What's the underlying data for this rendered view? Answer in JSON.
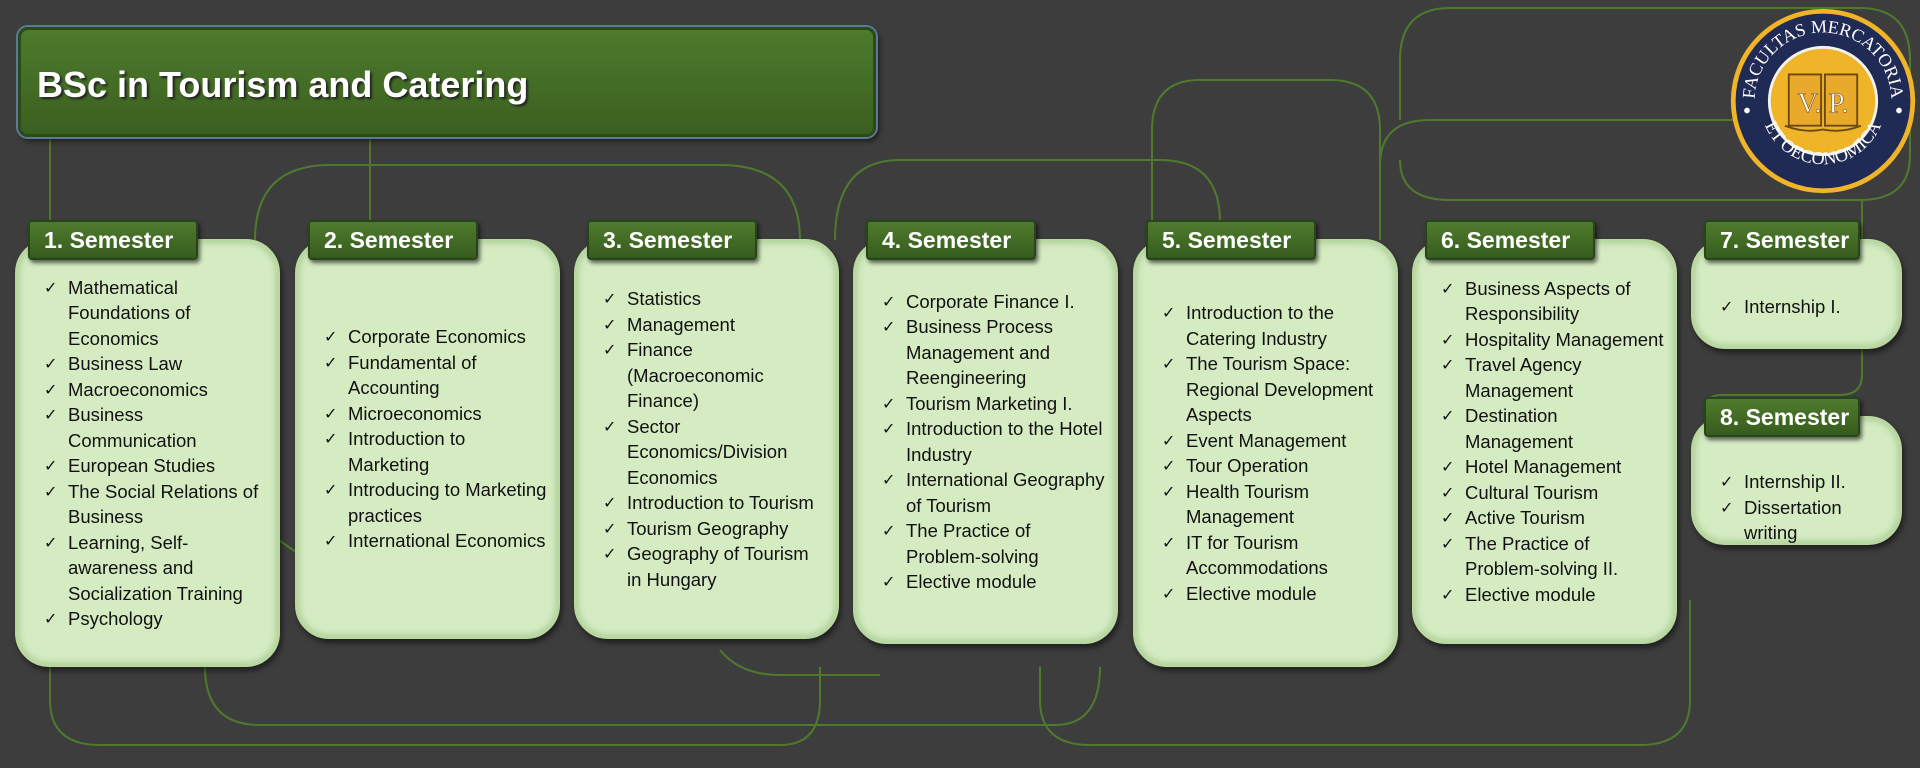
{
  "title": "BSc in Tourism and Catering",
  "logo": {
    "top_text": "FACULTAS MERCATORIA",
    "bottom_text": "ET OECONOMICA",
    "initials": "V. P.",
    "colors": {
      "ring": "#1f2a55",
      "center": "#f0b429"
    }
  },
  "accent": "#4f7a2e",
  "semesters": [
    {
      "label": "1. Semester",
      "courses": [
        "Mathematical Foundations of Economics",
        "Business Law",
        "Macroeconomics",
        "Business Communication",
        "European Studies",
        "The Social Relations of Business",
        "Learning, Self-awareness and Socialization Training",
        "Psychology"
      ]
    },
    {
      "label": "2. Semester",
      "courses": [
        "Corporate Economics",
        "Fundamental of Accounting",
        "Microeconomics",
        "Introduction to Marketing",
        "Introducing to Marketing practices",
        "International Economics"
      ]
    },
    {
      "label": "3. Semester",
      "courses": [
        "Statistics",
        "Management",
        "Finance (Macroeconomic Finance)",
        "Sector Economics/Division Economics",
        "Introduction to Tourism",
        "Tourism Geography",
        "Geography of Tourism in Hungary"
      ]
    },
    {
      "label": "4. Semester",
      "courses": [
        "Corporate Finance I.",
        "Business Process Management and Reengineering",
        "Tourism Marketing I.",
        "Introduction to the Hotel Industry",
        "International Geography of Tourism",
        "The Practice of Problem-solving",
        "Elective module"
      ]
    },
    {
      "label": "5. Semester",
      "courses": [
        "Introduction to the Catering Industry",
        "The Tourism Space: Regional Development Aspects",
        "Event Management",
        "Tour Operation",
        "Health Tourism Management",
        "IT for Tourism Accommodations",
        "Elective module"
      ]
    },
    {
      "label": "6. Semester",
      "courses": [
        "Business Aspects of Responsibility",
        "Hospitality Management",
        "Travel Agency Management",
        "Destination Management",
        "Hotel Management",
        "Cultural Tourism",
        "Active Tourism",
        "The Practice of Problem-solving II.",
        "Elective module"
      ]
    },
    {
      "label": "7. Semester",
      "courses": [
        "Internship I."
      ]
    },
    {
      "label": "8. Semester",
      "courses": [
        "Internship II.",
        "Dissertation writing"
      ]
    }
  ]
}
